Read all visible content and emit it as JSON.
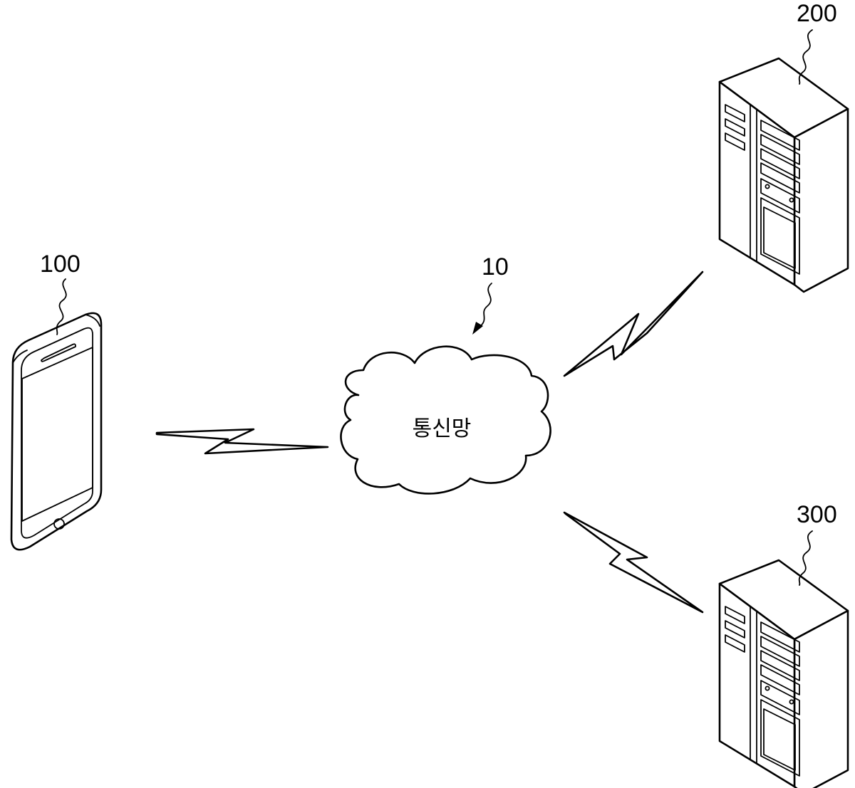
{
  "figure": {
    "labels": {
      "terminal": "100",
      "network": "10",
      "server_a": "200",
      "server_b": "300"
    },
    "cloud_text": "통신망"
  },
  "colors": {
    "ink": "#000000",
    "background": "#ffffff"
  },
  "icons": {
    "terminal": "smartphone-icon",
    "network": "cloud-icon",
    "server_a": "server-rack-icon",
    "server_b": "server-rack-icon",
    "link": "lightning-bolt-icon"
  }
}
